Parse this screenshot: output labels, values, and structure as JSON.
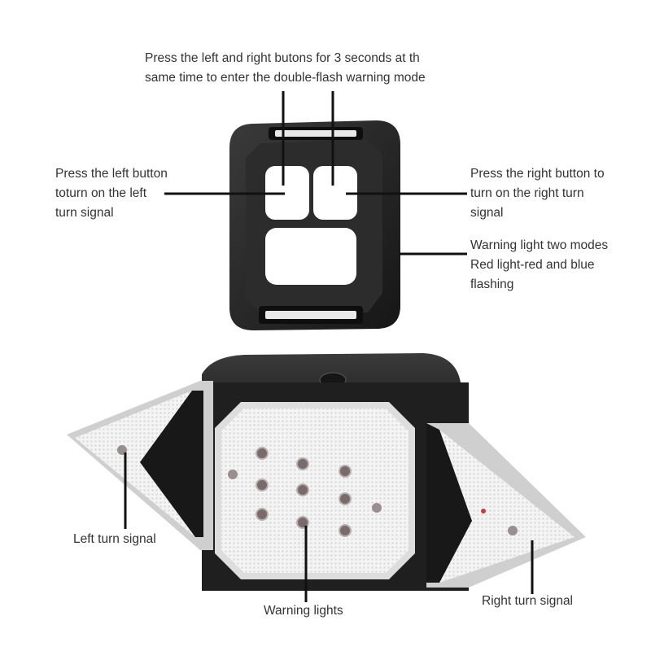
{
  "remote_labels": {
    "top": [
      "Press the left and right butons for 3 seconds at th",
      "same time to enter the double-flash warning mode"
    ],
    "left": [
      "Press the left button",
      "toturn on the left",
      "turn signal"
    ],
    "right": [
      "Press the right button to",
      "turn on the right turn",
      "signal"
    ],
    "warning": [
      "Warning light two modes",
      "Red light-red and blue",
      "flashing"
    ]
  },
  "light_labels": {
    "left": "Left turn signal",
    "center": "Warning lights",
    "right": "Right turn signal"
  },
  "colors": {
    "device_body": "#222222",
    "button_white": "#ffffff",
    "lens": "#f2f2f2",
    "led": "#7a6a6a",
    "callout_line": "#111111"
  }
}
